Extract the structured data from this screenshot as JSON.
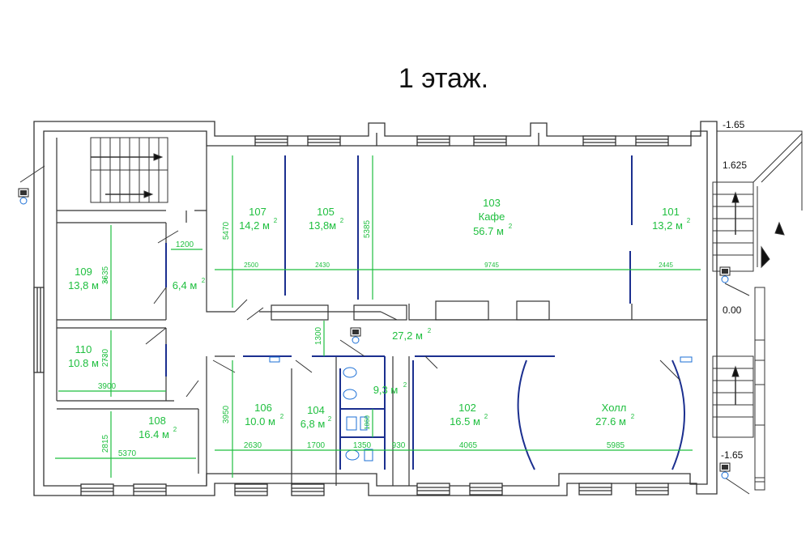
{
  "title": "1 этаж.",
  "area_unit": "м",
  "area_unit_sup": "2",
  "rooms": [
    {
      "id": "room-107",
      "number": "107",
      "name": "",
      "area": "14,2 м"
    },
    {
      "id": "room-105",
      "number": "105",
      "name": "",
      "area": "13,8м"
    },
    {
      "id": "room-103",
      "number": "103",
      "name": "Кафе",
      "area": "56.7 м"
    },
    {
      "id": "room-101",
      "number": "101",
      "name": "",
      "area": "13,2 м"
    },
    {
      "id": "room-109",
      "number": "109",
      "name": "",
      "area": "13,8 м"
    },
    {
      "id": "room-unnamed-64",
      "number": "",
      "name": "",
      "area": "6,4 м"
    },
    {
      "id": "room-110",
      "number": "110",
      "name": "",
      "area": "10.8 м"
    },
    {
      "id": "room-108",
      "number": "108",
      "name": "",
      "area": "16.4 м"
    },
    {
      "id": "room-106",
      "number": "106",
      "name": "",
      "area": "10.0 м"
    },
    {
      "id": "room-104",
      "number": "104",
      "name": "",
      "area": "6,8 м"
    },
    {
      "id": "room-102",
      "number": "102",
      "name": "",
      "area": "16.5 м"
    },
    {
      "id": "room-hall",
      "number": "",
      "name": "Холл",
      "area": "27.6 м"
    },
    {
      "id": "room-corridor",
      "number": "",
      "name": "",
      "area": "27,2 м"
    },
    {
      "id": "room-wc",
      "number": "",
      "name": "",
      "area": "9,3 м"
    }
  ],
  "dimensions": [
    "5470",
    "2500",
    "5385",
    "2430",
    "9745",
    "2445",
    "1200",
    "3635",
    "2730",
    "3900",
    "2815",
    "5370",
    "1300",
    "3950",
    "2630",
    "1700",
    "1350",
    "930",
    "4065",
    "5985",
    "1860"
  ],
  "levels": [
    "-1.65",
    "1.625",
    "0.00",
    "-1.65"
  ]
}
